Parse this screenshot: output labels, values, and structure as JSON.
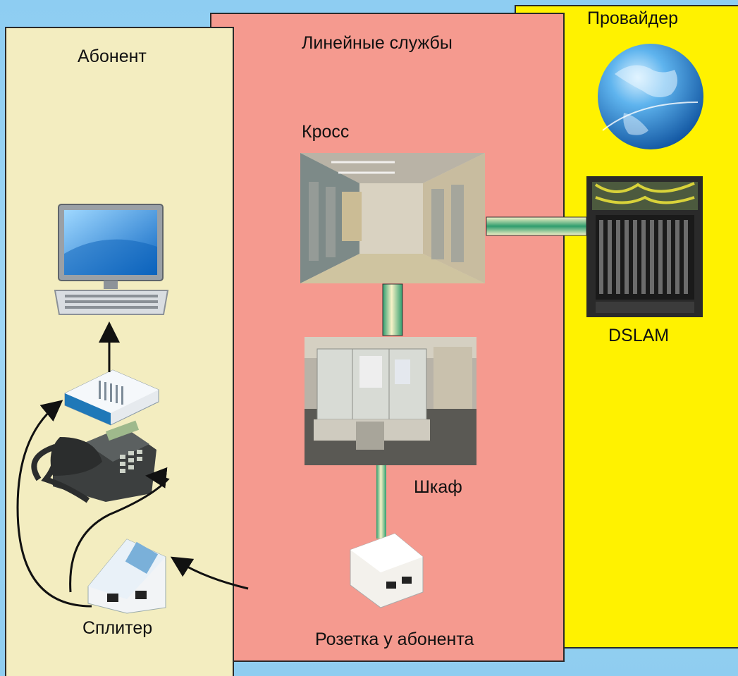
{
  "zones": {
    "subscriber": "Абонент",
    "line_services": "Линейные службы",
    "provider": "Провайдер"
  },
  "nodes": {
    "cross": "Кросс",
    "cabinet": "Шкаф",
    "dslam": "DSLAM",
    "socket": "Розетка у абонента",
    "splitter": "Сплитер"
  },
  "colors": {
    "provider_bg": "#fff200",
    "line_bg": "#f59a8f",
    "subscriber_bg": "#f3edc0",
    "page_bg": "#8ecdf2",
    "cable_green": "#2e9d6e",
    "cable_cream": "#f4f0c0"
  }
}
